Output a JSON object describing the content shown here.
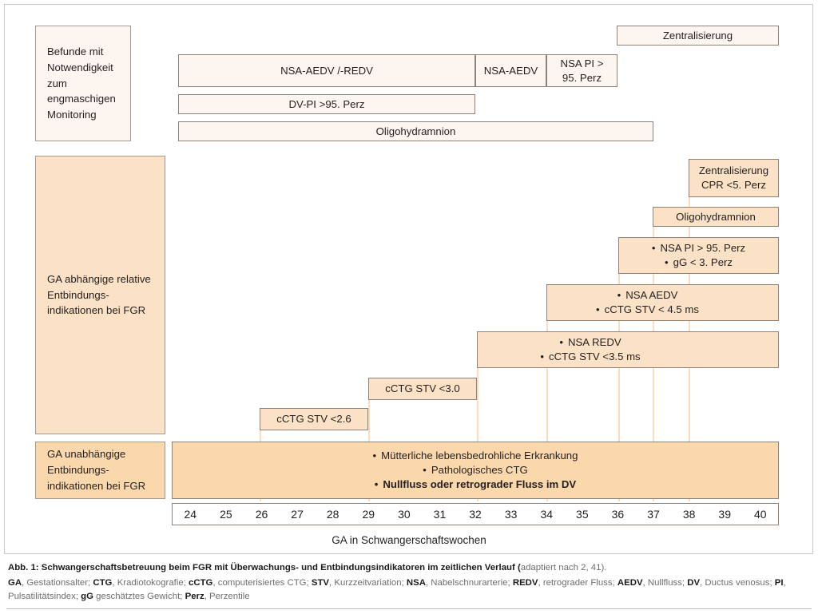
{
  "figure": {
    "sections": {
      "monitoring_label": "Befunde mit Notwendigkeit zum engmaschigen Monitoring",
      "relative_label": "GA abhängige relative Entbindungs-indikationen bei FGR",
      "independent_label": "GA unabhängige Entbindungs-indikationen bei FGR"
    },
    "monitoring_bars": [
      {
        "text": "NSA-AEDV /-REDV"
      },
      {
        "text": "NSA-AEDV"
      },
      {
        "text": "NSA PI > 95. Perz"
      },
      {
        "text": "Zentralisierung"
      },
      {
        "text": "DV-PI >95. Perz"
      },
      {
        "text": "Oligohydramnion"
      }
    ],
    "staircase": [
      {
        "lines": [
          "Zentralisierung",
          "CPR <5. Perz"
        ],
        "bullets": false
      },
      {
        "lines": [
          "Oligohydramnion"
        ],
        "bullets": false
      },
      {
        "lines": [
          "NSA PI > 95. Perz",
          "gG < 3. Perz"
        ],
        "bullets": true
      },
      {
        "lines": [
          "NSA AEDV",
          "cCTG STV < 4.5 ms"
        ],
        "bullets": true
      },
      {
        "lines": [
          "NSA REDV",
          "cCTG STV <3.5 ms"
        ],
        "bullets": true
      },
      {
        "lines": [
          "cCTG STV <3.0"
        ],
        "bullets": false
      },
      {
        "lines": [
          "cCTG STV <2.6"
        ],
        "bullets": false
      }
    ],
    "independent_items": [
      {
        "text": "Mütterliche lebensbedrohliche Erkrankung",
        "bold": false
      },
      {
        "text": "Pathologisches CTG",
        "bold": false
      },
      {
        "text": "Nullfluss oder retrograder Fluss im DV",
        "bold": true
      }
    ],
    "axis": {
      "ticks": [
        "24",
        "25",
        "26",
        "27",
        "28",
        "29",
        "30",
        "31",
        "32",
        "33",
        "34",
        "35",
        "36",
        "37",
        "38",
        "39",
        "40"
      ],
      "caption": "GA in Schwangerschaftswochen"
    },
    "caption": {
      "line1_bold": "Abb. 1: Schwangerschaftsbetreuung beim FGR mit Überwachungs- und Entbindungsindikatoren im zeitlichen Verlauf (",
      "line1_rest": "adaptiert nach  2, 41).",
      "legend": [
        {
          "abbr": "GA",
          "desc": ", Gestationsalter; "
        },
        {
          "abbr": "CTG",
          "desc": ", Kradiotokografie; "
        },
        {
          "abbr": "cCTG",
          "desc": ", computerisiertes CTG; "
        },
        {
          "abbr": "STV",
          "desc": ", Kurzzeitvariation; "
        },
        {
          "abbr": "NSA",
          "desc": ", Nabelschnurarterie; "
        },
        {
          "abbr": "REDV",
          "desc": ", retrograder Fluss; "
        },
        {
          "abbr": "AEDV",
          "desc": ", Nullfluss; "
        },
        {
          "abbr": "DV",
          "desc": ", Ductus venosus; "
        },
        {
          "abbr": "PI",
          "desc": ", Pulsatilitätsindex; "
        },
        {
          "abbr": "gG",
          "desc": " geschätztes Gewicht; "
        },
        {
          "abbr": "Perz",
          "desc": ", Perzentile"
        }
      ]
    },
    "colors": {
      "fill_light": "#fdf5ef",
      "fill_peach": "#fbe2c6",
      "fill_orange": "#fbd8ac",
      "border": "#8c8279",
      "guide_line": "#fbdcbc"
    }
  }
}
